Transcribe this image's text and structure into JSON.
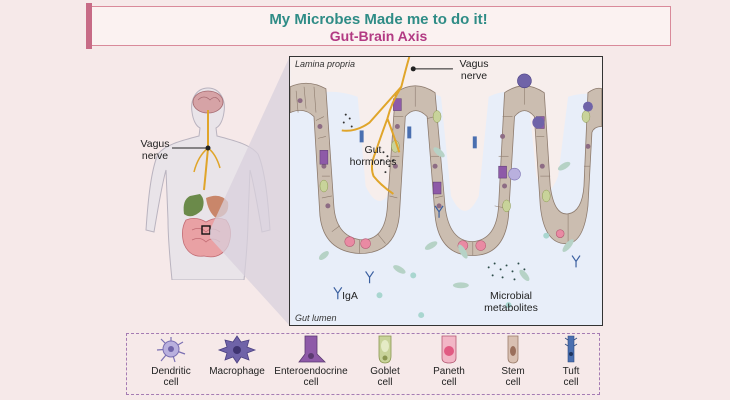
{
  "title": {
    "main": "My Microbes Made me to do it!",
    "sub": "Gut-Brain Axis"
  },
  "body_figure": {
    "vagus_label_line1": "Vagus",
    "vagus_label_line2": "nerve"
  },
  "panel": {
    "lamina_propria": "Lamina propria",
    "gut_lumen": "Gut lumen",
    "vagus_line1": "Vagus",
    "vagus_line2": "nerve",
    "gut_hormones_line1": "Gut",
    "gut_hormones_line2": "hormones",
    "iga": "IgA",
    "microbial_line1": "Microbial",
    "microbial_line2": "metabolites"
  },
  "legend": {
    "items": [
      {
        "line1": "Dendritic",
        "line2": "cell",
        "icon": "dendritic-cell-icon"
      },
      {
        "line1": "Macrophage",
        "line2": "",
        "icon": "macrophage-icon"
      },
      {
        "line1": "Enteroendocrine",
        "line2": "cell",
        "icon": "enteroendocrine-cell-icon"
      },
      {
        "line1": "Goblet",
        "line2": "cell",
        "icon": "goblet-cell-icon"
      },
      {
        "line1": "Paneth",
        "line2": "cell",
        "icon": "paneth-cell-icon"
      },
      {
        "line1": "Stem",
        "line2": "cell",
        "icon": "stem-cell-icon"
      },
      {
        "line1": "Tuft",
        "line2": "cell",
        "icon": "tuft-cell-icon"
      }
    ]
  },
  "colors": {
    "title_main": "#2f8c86",
    "title_sub": "#b23a83",
    "nerve": "#e0a52a",
    "epithelium": "#cbbdb0",
    "lumen": "#e8eef9",
    "legend_border": "#a57bb3"
  }
}
